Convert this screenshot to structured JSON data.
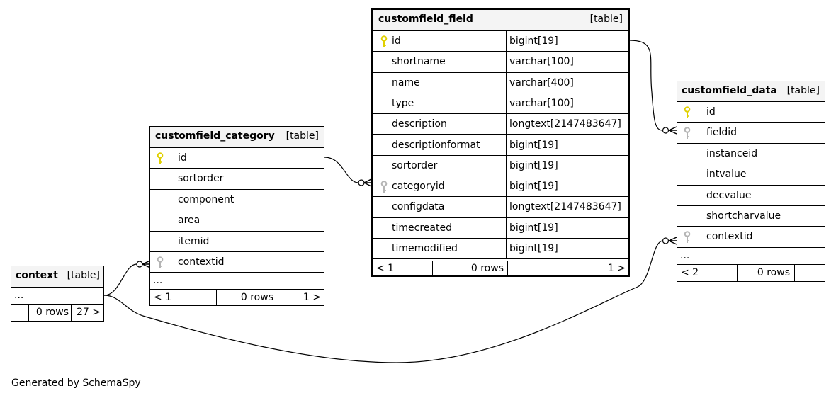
{
  "footer": {
    "generated_by": "Generated by SchemaSpy"
  },
  "colors": {
    "primary_key": "#e0d000",
    "foreign_key": "#b4b4b4",
    "header_bg": "#f4f4f4"
  },
  "tables": {
    "customfield_field": {
      "name": "customfield_field",
      "tag": "[table]",
      "columns": [
        {
          "name": "id",
          "type": "bigint[19]",
          "key": "primary-key-icon"
        },
        {
          "name": "shortname",
          "type": "varchar[100]",
          "key": ""
        },
        {
          "name": "name",
          "type": "varchar[400]",
          "key": ""
        },
        {
          "name": "type",
          "type": "varchar[100]",
          "key": ""
        },
        {
          "name": "description",
          "type": "longtext[2147483647]",
          "key": ""
        },
        {
          "name": "descriptionformat",
          "type": "bigint[19]",
          "key": ""
        },
        {
          "name": "sortorder",
          "type": "bigint[19]",
          "key": ""
        },
        {
          "name": "categoryid",
          "type": "bigint[19]",
          "key": "foreign-key-icon"
        },
        {
          "name": "configdata",
          "type": "longtext[2147483647]",
          "key": ""
        },
        {
          "name": "timecreated",
          "type": "bigint[19]",
          "key": ""
        },
        {
          "name": "timemodified",
          "type": "bigint[19]",
          "key": ""
        }
      ],
      "footer": {
        "parents": "< 1",
        "rows": "0 rows",
        "children": "1 >"
      }
    },
    "customfield_category": {
      "name": "customfield_category",
      "tag": "[table]",
      "columns": [
        {
          "name": "id",
          "key": "primary-key-icon"
        },
        {
          "name": "sortorder",
          "key": ""
        },
        {
          "name": "component",
          "key": ""
        },
        {
          "name": "area",
          "key": ""
        },
        {
          "name": "itemid",
          "key": ""
        },
        {
          "name": "contextid",
          "key": "foreign-key-icon"
        }
      ],
      "ellipsis": "...",
      "footer": {
        "parents": "< 1",
        "rows": "0 rows",
        "children": "1 >"
      }
    },
    "customfield_data": {
      "name": "customfield_data",
      "tag": "[table]",
      "columns": [
        {
          "name": "id",
          "key": "primary-key-icon"
        },
        {
          "name": "fieldid",
          "key": "foreign-key-icon"
        },
        {
          "name": "instanceid",
          "key": ""
        },
        {
          "name": "intvalue",
          "key": ""
        },
        {
          "name": "decvalue",
          "key": ""
        },
        {
          "name": "shortcharvalue",
          "key": ""
        },
        {
          "name": "contextid",
          "key": "foreign-key-icon"
        }
      ],
      "ellipsis": "...",
      "footer": {
        "parents": "< 2",
        "rows": "0 rows",
        "children": ""
      }
    },
    "context": {
      "name": "context",
      "tag": "[table]",
      "ellipsis": "...",
      "footer": {
        "parents": "",
        "rows": "0 rows",
        "children": "27 >"
      }
    }
  }
}
